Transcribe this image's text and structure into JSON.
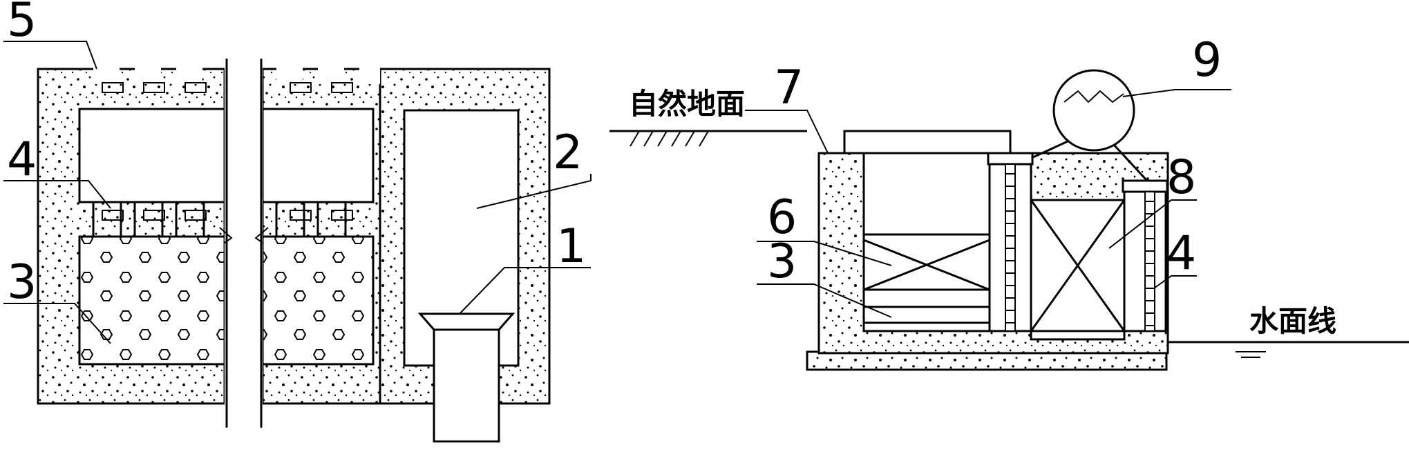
{
  "left_figure": {
    "callouts": [
      "5",
      "4",
      "3",
      "2",
      "1"
    ]
  },
  "right_figure": {
    "ground_label": "自然地面",
    "water_label": "水面线",
    "callouts": [
      "7",
      "9",
      "6",
      "3",
      "8",
      "4"
    ]
  }
}
